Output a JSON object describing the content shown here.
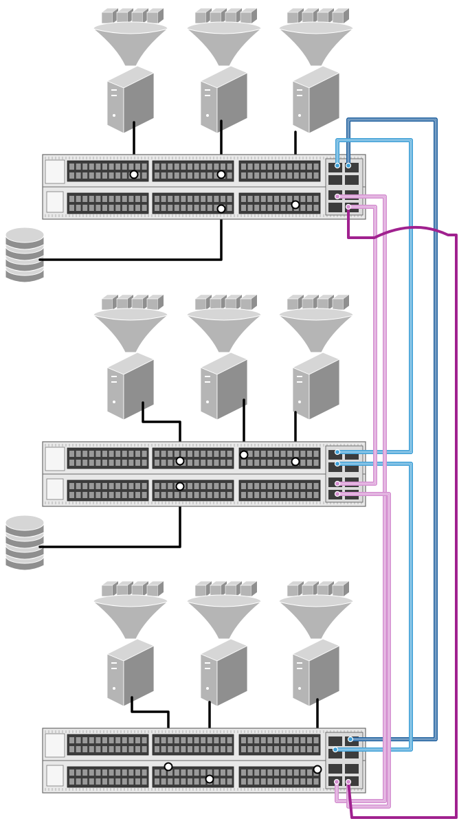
{
  "diagram": {
    "title": "",
    "stack_count": 3,
    "servers_per_stack": 3,
    "storage_per_stack": 1,
    "colors": {
      "background": "#ffffff",
      "server_dark": "#8f8f8f",
      "server_mid": "#b5b5b5",
      "server_light": "#d6d6d6",
      "switch_body": "#e8e8e8",
      "switch_outline": "#6a6a6a",
      "port_block": "#3c3c3c",
      "cable_host": "#000000",
      "cable_blue_dark": "#1d5f9e",
      "cable_blue_light": "#3e9fd6",
      "cable_pink": "#d48ed0",
      "cable_purple": "#a0218f"
    },
    "icons": {
      "server": "vm-host-server-icon",
      "storage": "storage-array-icon",
      "switch": "rack-switch-icon"
    }
  }
}
